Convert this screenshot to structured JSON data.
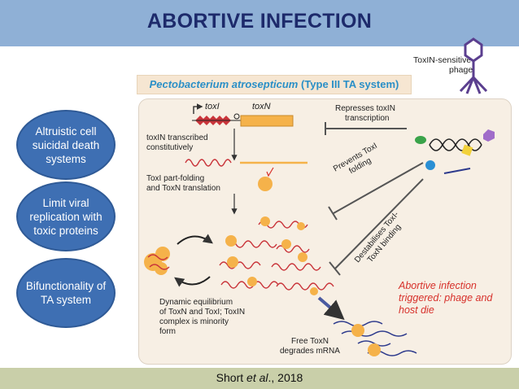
{
  "slide": {
    "title": "ABORTIVE INFECTION",
    "footer_author": "Short ",
    "footer_etal": "et al",
    "footer_rest": "., 2018"
  },
  "ellipses": [
    {
      "text": "Altruistic cell suicidal death systems"
    },
    {
      "text": "Limit viral replication with toxic proteins"
    },
    {
      "text": "Bifunctionality of  TA system"
    }
  ],
  "diagram": {
    "species_italic": "Pectobacterium atrosepticum",
    "species_rest": " (Type III TA system)",
    "phage_label_1": "ToxIN-sensitive",
    "phage_label_2": "phage",
    "gene_toxI": "toxI",
    "gene_toxN": "toxN",
    "transcribed_1": "toxIN transcribed",
    "transcribed_2": "constitutively",
    "folding_1": "ToxI part-folding",
    "folding_2": "and ToxN translation",
    "represses_1": "Represses toxIN",
    "represses_2": "transcription",
    "prevents_1": "Prevents ToxI",
    "prevents_2": "folding",
    "destab_1": "Destabilises ToxI-",
    "destab_2": "ToxN binding",
    "abortive_1": "Abortive infection",
    "abortive_2": "triggered: phage and",
    "abortive_3": "host die",
    "equil_1": "Dynamic equilibrium",
    "equil_2": "of ToxN and ToxI; ToxIN",
    "equil_3": "complex is minority",
    "equil_4": "form",
    "free_1": "Free ToxN",
    "free_2": "degrades mRNA"
  },
  "colors": {
    "title_band": "#8fb0d6",
    "title_text": "#1d2a6b",
    "ellipse_fill": "#3e6fb3",
    "footer_band": "#c9cfa9",
    "panel": "#f7efe4",
    "toxin_orange": "#f5b24a",
    "rna_red": "#c9343a",
    "species_text": "#2a8fc7",
    "abortive_text": "#d7302a"
  }
}
